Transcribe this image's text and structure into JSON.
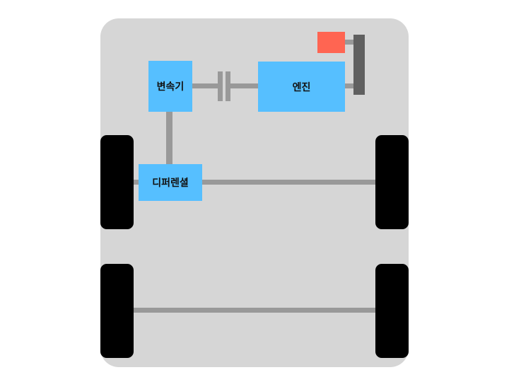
{
  "components": {
    "transmission": "변속기",
    "engine": "엔진",
    "differential": "디퍼렌셜"
  },
  "colors": {
    "chassis": "#d6d6d6",
    "component": "#56bfff",
    "shaft": "#999999",
    "wheel": "#000000",
    "flywheel": "#606060",
    "starter": "#ff6552"
  }
}
